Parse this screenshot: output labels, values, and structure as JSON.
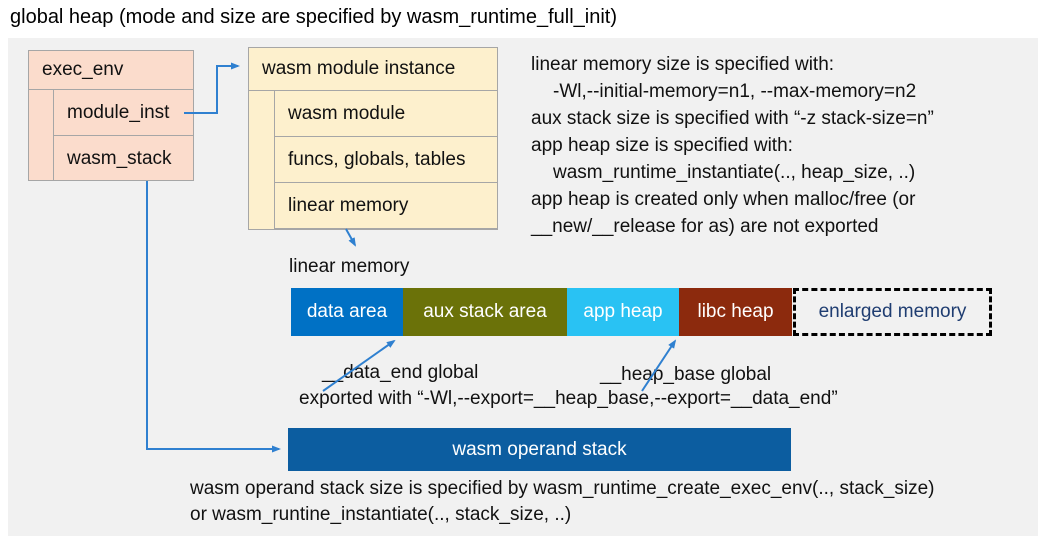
{
  "title": "global heap (mode and size are specified by wasm_runtime_full_init)",
  "exec_env_box": {
    "title": "exec_env",
    "fields": [
      "module_inst",
      "wasm_stack"
    ]
  },
  "module_instance_box": {
    "title": "wasm module instance",
    "fields": [
      "wasm module",
      "funcs, globals, tables",
      "linear memory"
    ]
  },
  "notes": {
    "lines": [
      {
        "text": "linear memory size is specified with:",
        "indent": false
      },
      {
        "text": "-Wl,--initial-memory=n1, --max-memory=n2",
        "indent": true
      },
      {
        "text": "aux stack size is specified with “-z stack-size=n”",
        "indent": false
      },
      {
        "text": "app heap size is specified with:",
        "indent": false
      },
      {
        "text": "wasm_runtime_instantiate(.., heap_size, ..)",
        "indent": true
      },
      {
        "text": "app heap is created only when malloc/free (or",
        "indent": false
      },
      {
        "text": "__new/__release for as) are not exported",
        "indent": false
      }
    ]
  },
  "linear_memory_bar": {
    "label": "linear memory",
    "segments": [
      {
        "name": "data-area",
        "label": "data area",
        "color": "#0071c5"
      },
      {
        "name": "aux-stack-area",
        "label": "aux stack area",
        "color": "#6b7209"
      },
      {
        "name": "app-heap",
        "label": "app heap",
        "color": "#29c2f3"
      },
      {
        "name": "libc-heap",
        "label": "libc heap",
        "color": "#8c2a0d"
      }
    ],
    "enlarged": {
      "label": "enlarged memory",
      "text_color": "#1f3d71"
    }
  },
  "globals_annotation": {
    "data_end": "__data_end global",
    "heap_base": "__heap_base global",
    "exported": "exported with “-Wl,--export=__heap_base,--export=__data_end”"
  },
  "operand_stack_bar": {
    "label": "wasm operand stack",
    "color": "#0c5da0"
  },
  "footer": {
    "lines": [
      "wasm operand stack size is specified by wasm_runtime_create_exec_env(.., stack_size)",
      "or wasm_runtine_instantiate(.., stack_size, ..)"
    ]
  },
  "colors": {
    "arrow": "#2f80d0",
    "exec_env_fill": "#fbdccc",
    "module_instance_fill": "#fdf0cd",
    "canvas": "#f1f1f1",
    "box_border": "#a6a6a6",
    "enlarged_border": "#000000"
  }
}
